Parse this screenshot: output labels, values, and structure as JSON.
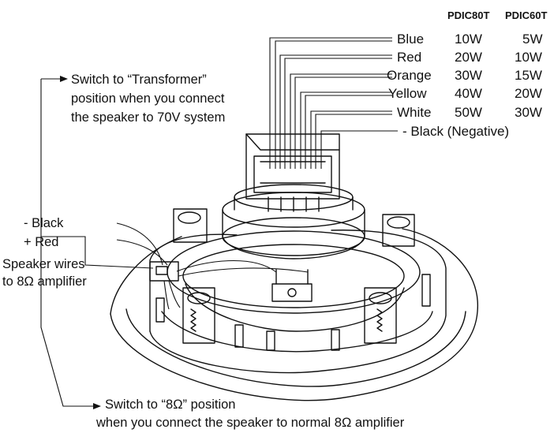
{
  "columns": {
    "model_a": "PDIC80T",
    "model_b": "PDIC60T"
  },
  "taps": [
    {
      "color": "Blue",
      "a": "10W",
      "b": "5W"
    },
    {
      "color": "Red",
      "a": "20W",
      "b": "10W"
    },
    {
      "color": "Orange",
      "a": "30W",
      "b": "15W"
    },
    {
      "color": "Yellow",
      "a": "40W",
      "b": "20W"
    },
    {
      "color": "White",
      "a": "50W",
      "b": "30W"
    }
  ],
  "negative": "- Black (Negative)",
  "notes": {
    "transformer": [
      "Switch to “Transformer”",
      "position when you connect",
      "the speaker to 70V system"
    ],
    "eight_ohm": [
      "Switch to “8Ω” position",
      "when you connect the speaker to normal 8Ω amplifier"
    ]
  },
  "wires": {
    "black": "- Black",
    "red": "+ Red",
    "desc": [
      "Speaker wires",
      "to 8Ω amplifier"
    ]
  }
}
